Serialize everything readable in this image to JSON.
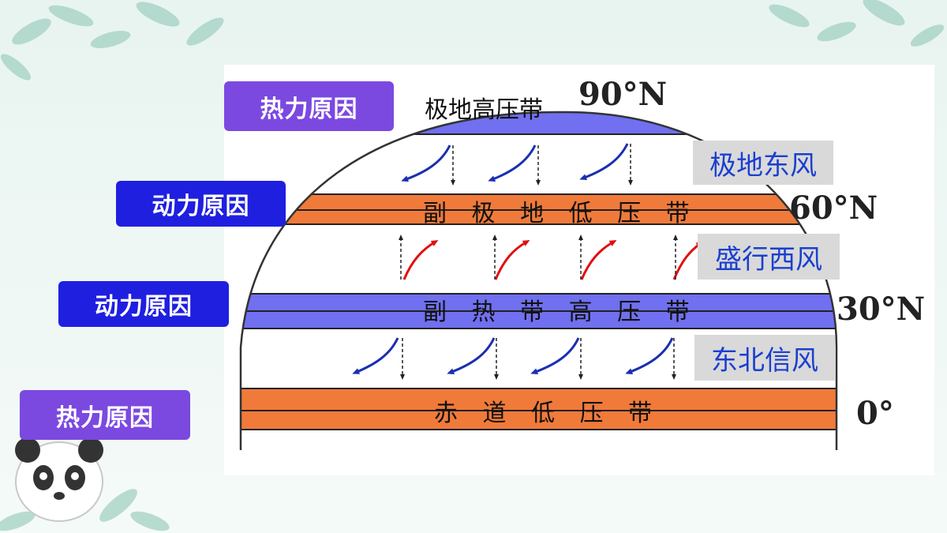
{
  "diagram": {
    "top_belt_label": "极地高压带",
    "bands": [
      {
        "label": "副 极 地 低 压 带",
        "color": "#f07a3a"
      },
      {
        "label": "副 热 带 高 压 带",
        "color": "#7070f0"
      },
      {
        "label": "赤 道 低 压 带",
        "color": "#f07a3a"
      }
    ],
    "latitudes": [
      "90°N",
      "60°N",
      "30°N",
      "0°"
    ],
    "winds": [
      "极地东风",
      "盛行西风",
      "东北信风"
    ]
  },
  "causes": {
    "polar_high": "热力原因",
    "subpolar_low": "动力原因",
    "subtropical_high": "动力原因",
    "equatorial_low": "热力原因"
  },
  "colors": {
    "purple_button": "#7b49e0",
    "blue_button": "#1f1fe0",
    "arrow_blue": "#1a2fb0",
    "arrow_red": "#e01010"
  }
}
